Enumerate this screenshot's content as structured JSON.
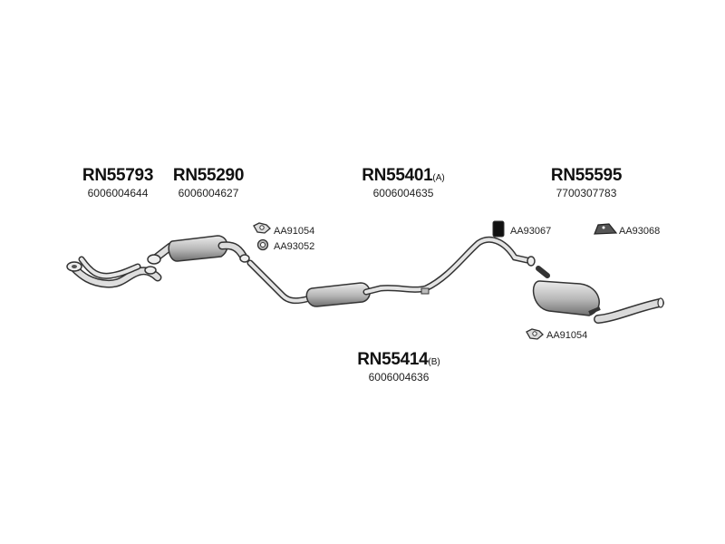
{
  "parts": [
    {
      "code": "RN55793",
      "suffix": "",
      "number": "6006004644"
    },
    {
      "code": "RN55290",
      "suffix": "",
      "number": "6006004627"
    },
    {
      "code": "RN55401",
      "suffix": "(A)",
      "number": "6006004635"
    },
    {
      "code": "RN55595",
      "suffix": "",
      "number": "7700307783"
    },
    {
      "code": "RN55414",
      "suffix": "(B)",
      "number": "6006004636"
    }
  ],
  "accessories": [
    {
      "code": "AA91054",
      "icon": "gasket-icon"
    },
    {
      "code": "AA93052",
      "icon": "ring-icon"
    },
    {
      "code": "AA93067",
      "icon": "rubber-hanger-icon"
    },
    {
      "code": "AA93068",
      "icon": "bracket-icon"
    },
    {
      "code": "AA91054",
      "icon": "gasket-icon"
    }
  ]
}
